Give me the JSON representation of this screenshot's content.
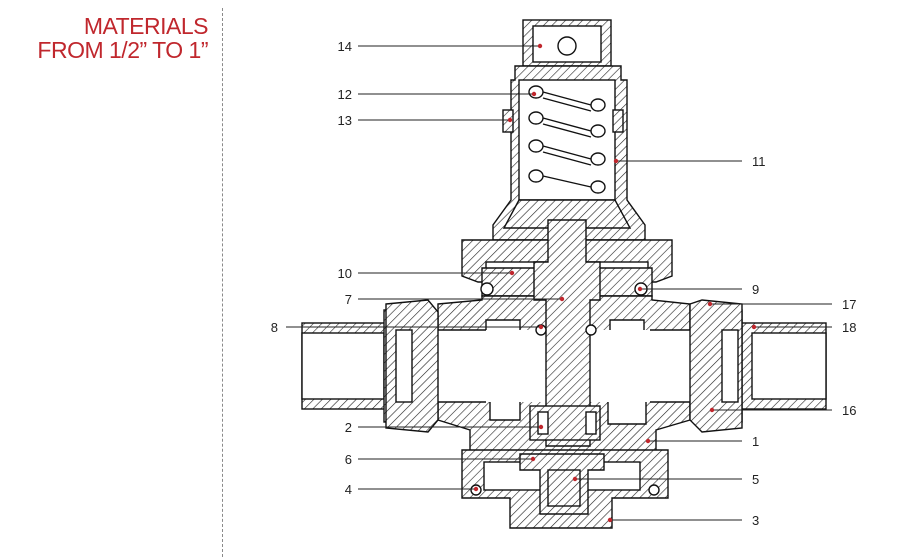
{
  "header": {
    "title_lines": [
      "MATERIALS",
      "FROM 1/2” TO 1”"
    ],
    "accent_color": "#c0272d"
  },
  "callouts": {
    "left": [
      "14",
      "12",
      "13",
      "10",
      "7",
      "8",
      "2",
      "6",
      "4"
    ],
    "right": [
      "11",
      "9",
      "17",
      "18",
      "16",
      "1",
      "5",
      "3"
    ]
  }
}
